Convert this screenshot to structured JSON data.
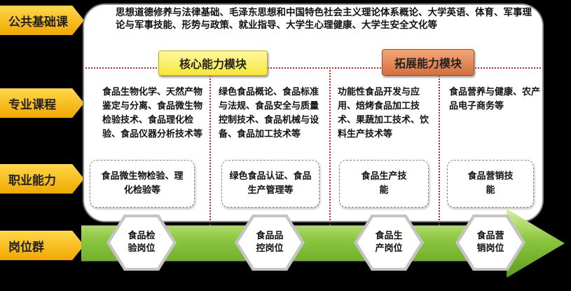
{
  "left_labels": [
    "公共基础课",
    "专业课程",
    "职业能力",
    "岗位群"
  ],
  "public_courses": "思想道德修养与法律基础、毛泽东思想和中国特色社会主义理论体系概论、大学英语、体育、军事理论与军事技能、形势与政策、就业指导、大学生心理健康、大学生安全文化等",
  "modules": {
    "core": "核心能力模块",
    "extended": "拓展能力模块"
  },
  "columns": [
    {
      "courses": "食品生物化学、天然产物鉴定与分离、食品微生物检验技术、食品理化检验、食品仪器分析技术等",
      "ability": "食品微生物检验、理化检验等",
      "position": "食品检验岗位"
    },
    {
      "courses": "绿色食品概论、食品标准与法规、食品安全与质量控制技术、食品机械与设备、食品加工技术等",
      "ability": "绿色食品认证、食品生产管理等",
      "position": "食品品控岗位"
    },
    {
      "courses": "功能性食品开发与应用、焙烤食品加工技术、果蔬加工技术、饮料生产技术等",
      "ability": "食品生产技能",
      "position": "食品生产岗位"
    },
    {
      "courses": "食品营养与健康、农产品电子商务等",
      "ability": "食品营销技能",
      "position": "食品营销岗位"
    }
  ]
}
